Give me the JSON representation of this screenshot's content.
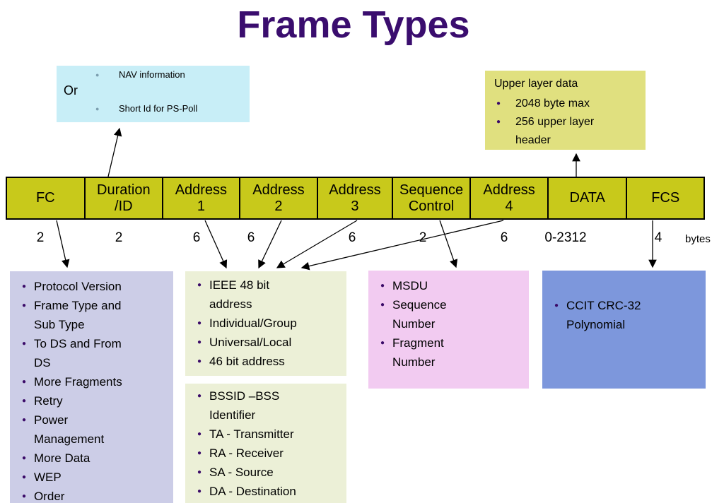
{
  "title": "Frame Types",
  "colors": {
    "title_text": "#3A0D6E",
    "nav_note_bg": "#C8EEF7",
    "upper_note_bg": "#E0E07F",
    "frame_bar_bg": "#C8C91B",
    "fc_flags_bg": "#CCCDE7",
    "address_notes_bg": "#ECF0D7",
    "sequence_notes_bg": "#F2CBF1",
    "fcs_notes_bg": "#7D97DC",
    "bullet_purple": "#3A0A68",
    "bullet_gray_blue": "#7C9FB0"
  },
  "icons": {
    "bullet": "●"
  },
  "nav_note": {
    "or_label": "Or",
    "items": [
      "NAV information",
      "Short Id for PS-Poll"
    ]
  },
  "upper_note": {
    "heading": "Upper layer data",
    "items": [
      "2048 byte max",
      "256 upper layer\nheader"
    ]
  },
  "frame": {
    "cells": [
      {
        "label": "FC",
        "bytes": "2"
      },
      {
        "label": "Duration\n/ID",
        "bytes": "2"
      },
      {
        "label": "Address\n1",
        "bytes": "6"
      },
      {
        "label": "Address\n2",
        "bytes": "6"
      },
      {
        "label": "Address\n3",
        "bytes": "6"
      },
      {
        "label": "Sequence\nControl",
        "bytes": "2"
      },
      {
        "label": "Address\n4",
        "bytes": "6"
      },
      {
        "label": "DATA",
        "bytes": "0-2312"
      },
      {
        "label": "FCS",
        "bytes": "4"
      }
    ],
    "bytes_unit": "bytes"
  },
  "notes": {
    "fc_flags": {
      "items": [
        "Protocol Version",
        "Frame Type and\nSub Type",
        "To DS and From\nDS",
        "More Fragments",
        "Retry",
        "Power\nManagement",
        "More Data",
        "WEP",
        "Order"
      ]
    },
    "address": {
      "items": [
        "IEEE 48 bit\naddress",
        "Individual/Group",
        "Universal/Local",
        "46 bit address"
      ]
    },
    "bssid": {
      "items": [
        "BSSID –BSS\nIdentifier",
        "TA - Transmitter",
        "RA - Receiver",
        "SA - Source",
        "DA - Destination"
      ]
    },
    "sequence": {
      "items": [
        "MSDU",
        "Sequence\nNumber",
        "Fragment\nNumber"
      ]
    },
    "fcs": {
      "items": [
        "CCIT CRC-32\nPolynomial"
      ]
    }
  }
}
